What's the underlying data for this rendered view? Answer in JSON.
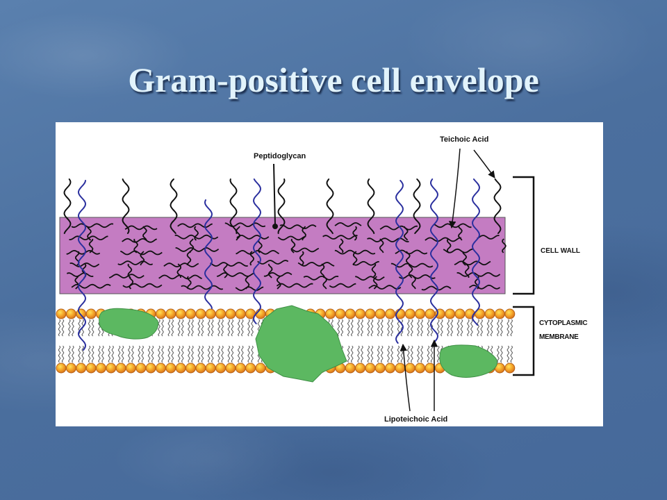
{
  "slide": {
    "title": "Gram-positive cell envelope"
  },
  "diagram": {
    "labels": {
      "peptidoglycan": "Peptidoglycan",
      "teichoic_acid": "Teichoic Acid",
      "cell_wall": "CELL WALL",
      "membrane_line1": "CYTOPLASMIC",
      "membrane_line2": "MEMBRANE",
      "lipoteichoic_acid": "Lipoteichoic Acid"
    }
  },
  "colors": {
    "background": "#4e73a3",
    "title_text": "#e2f3fb",
    "cell_wall_fill": "#c47cc2",
    "teichoic_black": "#111111",
    "lipoteichoic_blue": "#2a2f9e",
    "protein_green": "#5cb861",
    "lipid_head_orange": "#f08c1e",
    "lipid_head_highlight": "#ffd84a"
  }
}
